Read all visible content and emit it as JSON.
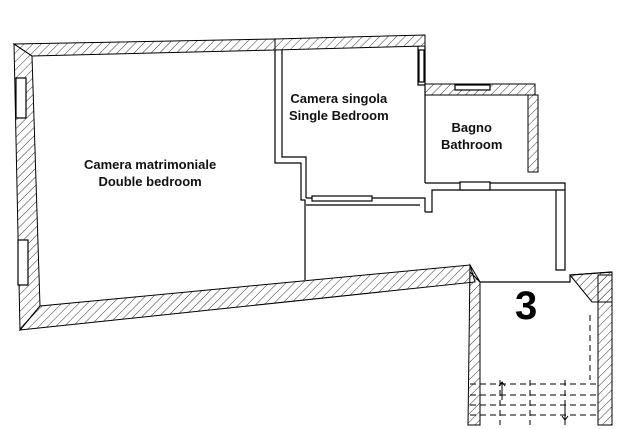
{
  "rooms": {
    "double_bedroom": {
      "line1": "Camera matrimoniale",
      "line2": "Double bedroom"
    },
    "single_bedroom": {
      "line1": "Camera singola",
      "line2": "Single Bedroom"
    },
    "bathroom": {
      "line1": "Bagno",
      "line2": "Bathroom"
    }
  },
  "unit_number": "3",
  "colors": {
    "wall": "#000000",
    "hatch": "#333333",
    "background": "#ffffff"
  }
}
